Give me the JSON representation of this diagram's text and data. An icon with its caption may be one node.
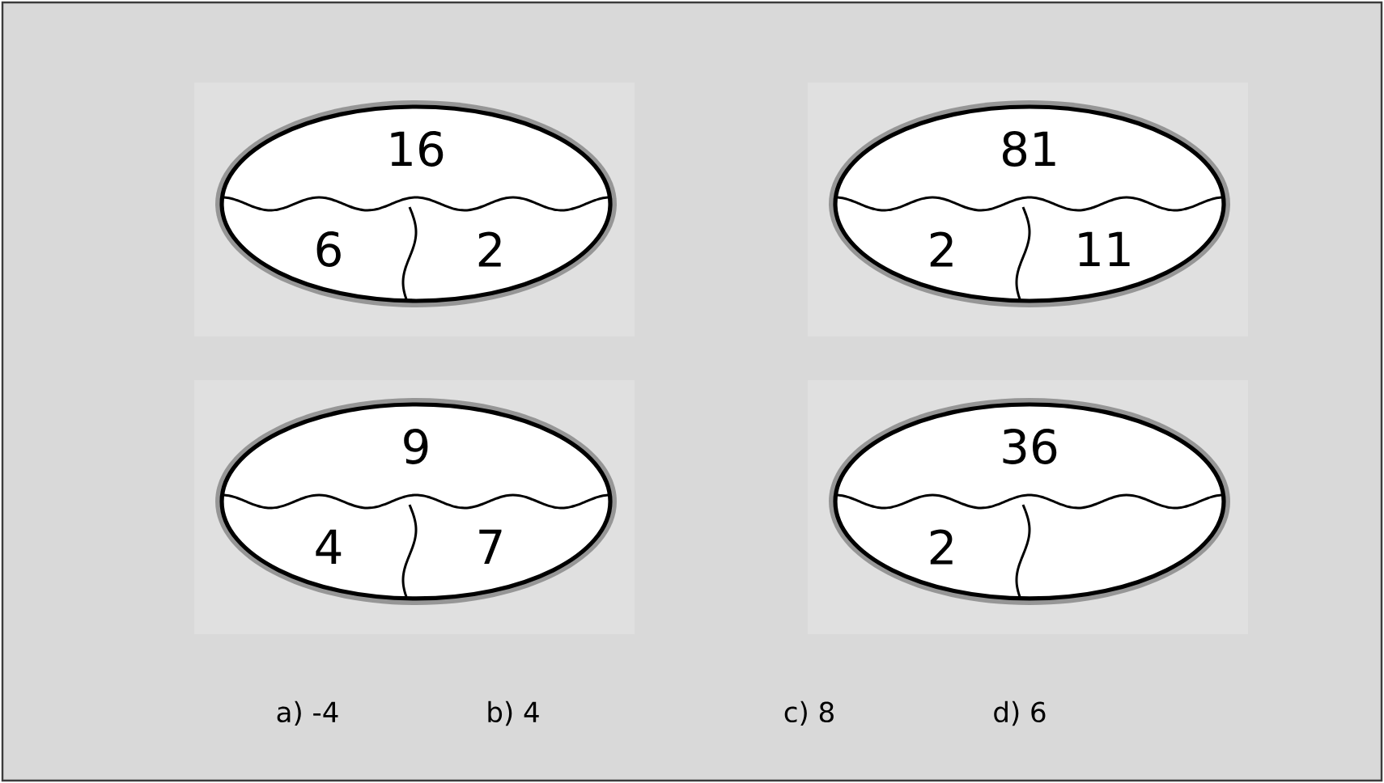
{
  "diagram": {
    "nodes": [
      {
        "text": [
          "16",
          "6",
          "2"
        ]
      },
      {
        "text": [
          "81",
          "2",
          "11"
        ]
      },
      {
        "text": [
          "9",
          "4",
          "7"
        ]
      },
      {
        "text": [
          "36",
          "2"
        ]
      }
    ],
    "labels": [
      "a) -4",
      "b) 4",
      "c) 8",
      "d) 6"
    ]
  }
}
